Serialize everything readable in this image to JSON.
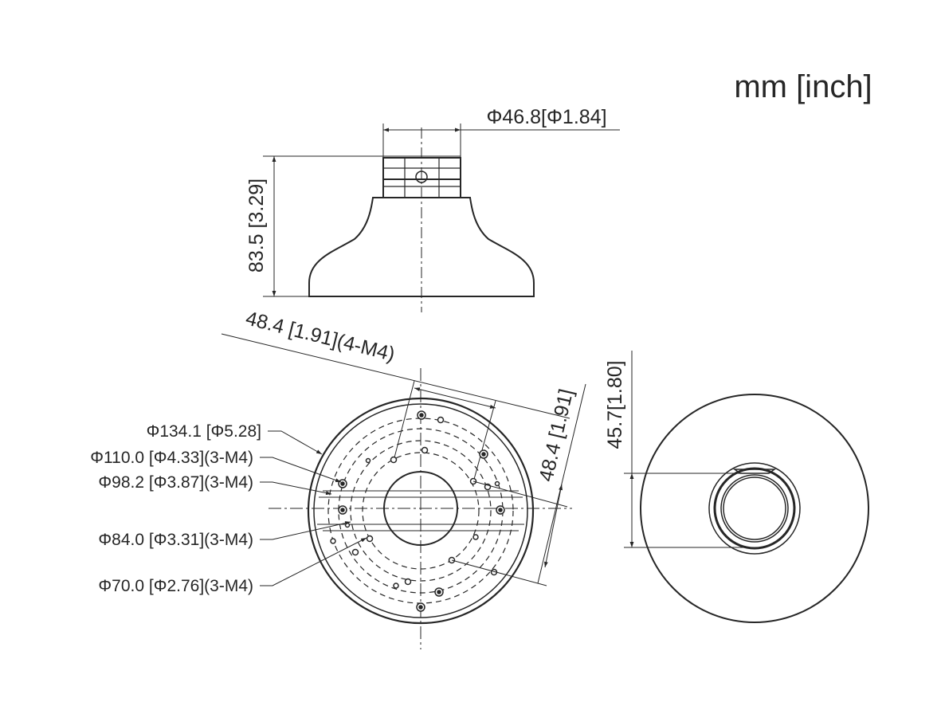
{
  "units_label": "mm [inch]",
  "side_view": {
    "top_diameter": "Φ46.8[Φ1.84]",
    "height": "83.5 [3.29]"
  },
  "bottom_view": {
    "hole_spacing_diagonal": "48.4 [1.91](4-M4)",
    "hole_spacing_vertical": "48.4 [1.91]",
    "callouts": [
      "Φ134.1 [Φ5.28]",
      "Φ110.0 [Φ4.33](3-M4)",
      "Φ98.2 [Φ3.87](3-M4)",
      "Φ84.0 [Φ3.31](3-M4)",
      "Φ70.0 [Φ2.76](3-M4)"
    ]
  },
  "top_view": {
    "opening_height": "45.7[1.80]"
  }
}
